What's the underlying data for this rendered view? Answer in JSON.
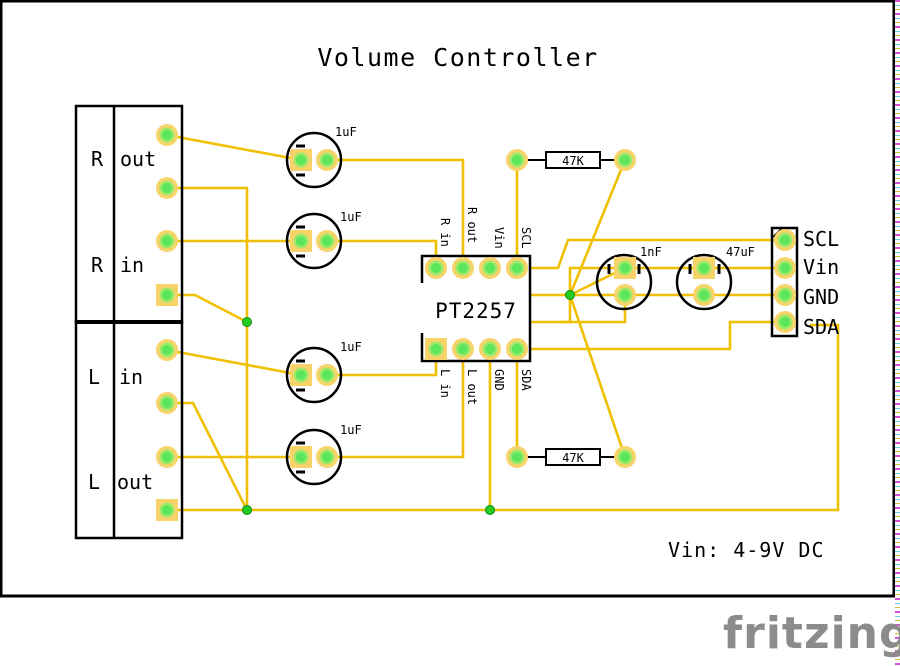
{
  "title": "Volume Controller",
  "footer_note": "Vin: 4-9V DC",
  "logo": "fritzing",
  "colors": {
    "wire": "#f0c000",
    "pad_outer": "#f7d36a",
    "pad_inner": "#5be65b",
    "junction": "#22cc22",
    "outline": "#000000",
    "ratsnest_blue": "#1e6ee6"
  },
  "jacks": {
    "right": {
      "channel": "R",
      "labels": [
        "out",
        "in"
      ]
    },
    "left": {
      "channel": "L",
      "labels": [
        "in",
        "out"
      ]
    }
  },
  "chip": {
    "name": "PT2257",
    "top_pins": [
      "R in",
      "R out",
      "Vin",
      "SCL"
    ],
    "bottom_pins": [
      "L in",
      "L out",
      "GND",
      "SDA"
    ]
  },
  "capacitors": [
    {
      "id": "c-r-out",
      "value": "1uF"
    },
    {
      "id": "c-r-in",
      "value": "1uF"
    },
    {
      "id": "c-l-in",
      "value": "1uF"
    },
    {
      "id": "c-l-out",
      "value": "1uF"
    },
    {
      "id": "c-filter-1",
      "value": "1nF"
    },
    {
      "id": "c-filter-2",
      "value": "47uF"
    }
  ],
  "resistors": [
    {
      "id": "r-scl",
      "value": "47K"
    },
    {
      "id": "r-sda",
      "value": "47K"
    }
  ],
  "header": {
    "pins": [
      "SCL",
      "Vin",
      "GND",
      "SDA"
    ]
  }
}
